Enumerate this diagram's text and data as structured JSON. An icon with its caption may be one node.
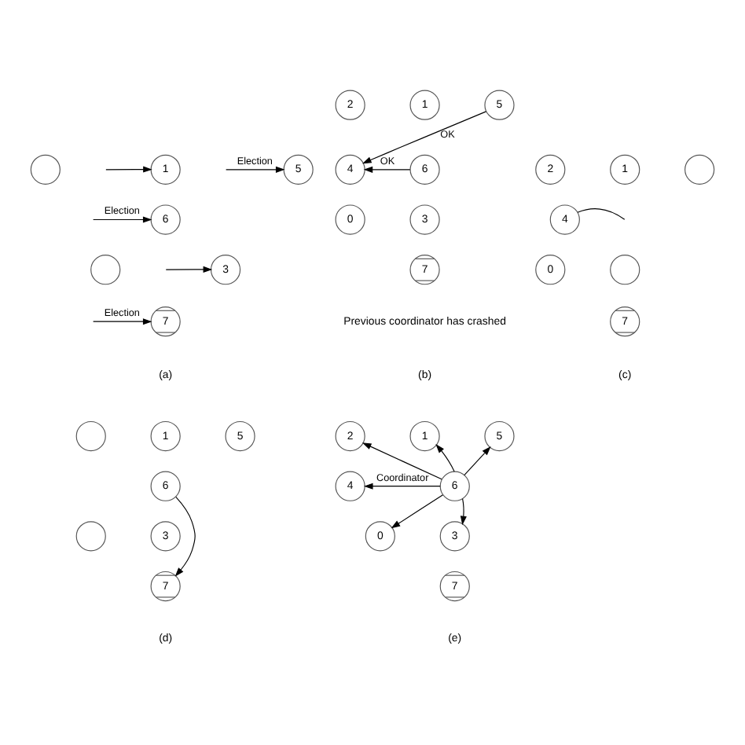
{
  "diagram": {
    "nodes": [
      {
        "text": [],
        "shape": "circle"
      },
      {
        "text": [
          "1"
        ]
      },
      {
        "text": [
          "5"
        ]
      },
      {
        "text": [
          "6"
        ]
      },
      {
        "text": [
          "3"
        ]
      },
      {
        "text": [],
        "shape": "circle"
      },
      {
        "text": [
          "7"
        ]
      },
      {
        "text": [
          "1"
        ]
      },
      {
        "text": [
          "2"
        ]
      },
      {
        "text": [
          "5"
        ]
      },
      {
        "text": [
          "4"
        ]
      },
      {
        "text": [
          "6"
        ]
      },
      {
        "text": [
          "0"
        ]
      },
      {
        "text": [
          "3"
        ]
      },
      {
        "text": [
          "7"
        ],
        "beside": [
          "Previous coordinator has crashed"
        ]
      },
      {
        "text": [
          "1"
        ]
      },
      {
        "text": [
          "2"
        ]
      },
      {
        "text": [],
        "shape": "circle"
      },
      {
        "text": [
          "4"
        ]
      },
      {
        "text": [
          "0"
        ]
      },
      {
        "text": [],
        "shape": "circle"
      },
      {
        "text": [
          "7"
        ]
      },
      {
        "text": [
          "1"
        ]
      },
      {
        "text": [],
        "shape": "circle"
      },
      {
        "text": [
          "5"
        ]
      },
      {
        "text": [
          "6"
        ]
      },
      {
        "text": [],
        "shape": "circle"
      },
      {
        "text": [
          "3"
        ]
      },
      {
        "text": [
          "7"
        ]
      },
      {
        "text": [
          "1"
        ]
      },
      {
        "text": [
          "2"
        ]
      },
      {
        "text": [
          "5"
        ]
      },
      {
        "text": [
          "4"
        ]
      },
      {
        "text": [
          "6"
        ]
      },
      {
        "text": [
          "0"
        ]
      },
      {
        "text": [
          "3"
        ]
      },
      {
        "text": [
          "7"
        ]
      }
    ],
    "edges": [
      {
        "from": null,
        "to": 1,
        "arrow": "to"
      },
      {
        "from": null,
        "to": 2,
        "arrow": "to",
        "label": "Election"
      },
      {
        "from": null,
        "to": 3,
        "arrow": "to",
        "label": "Election"
      },
      {
        "from": null,
        "to": 4,
        "arrow": "to"
      },
      {
        "from": null,
        "to": 6,
        "arrow": "to",
        "label": "Election"
      },
      {
        "from": 9,
        "to": 10,
        "arrow": "to",
        "label": "OK"
      },
      {
        "from": 11,
        "to": 10,
        "arrow": "to",
        "label": "OK"
      },
      {
        "from": 18,
        "to": null,
        "arrow": "none"
      },
      {
        "from": 25,
        "to": 28,
        "arrow": "to"
      },
      {
        "from": 33,
        "to": 30,
        "arrow": "to"
      },
      {
        "from": 33,
        "to": 29,
        "arrow": "to"
      },
      {
        "from": 33,
        "to": 31,
        "arrow": "to"
      },
      {
        "from": 33,
        "to": 32,
        "arrow": "to",
        "label": "Coordinator"
      },
      {
        "from": 33,
        "to": 34,
        "arrow": "to"
      },
      {
        "from": 33,
        "to": 35,
        "arrow": "to"
      }
    ],
    "labels": [
      "(a)",
      "(b)",
      "(c)",
      "(d)",
      "(e)"
    ]
  }
}
